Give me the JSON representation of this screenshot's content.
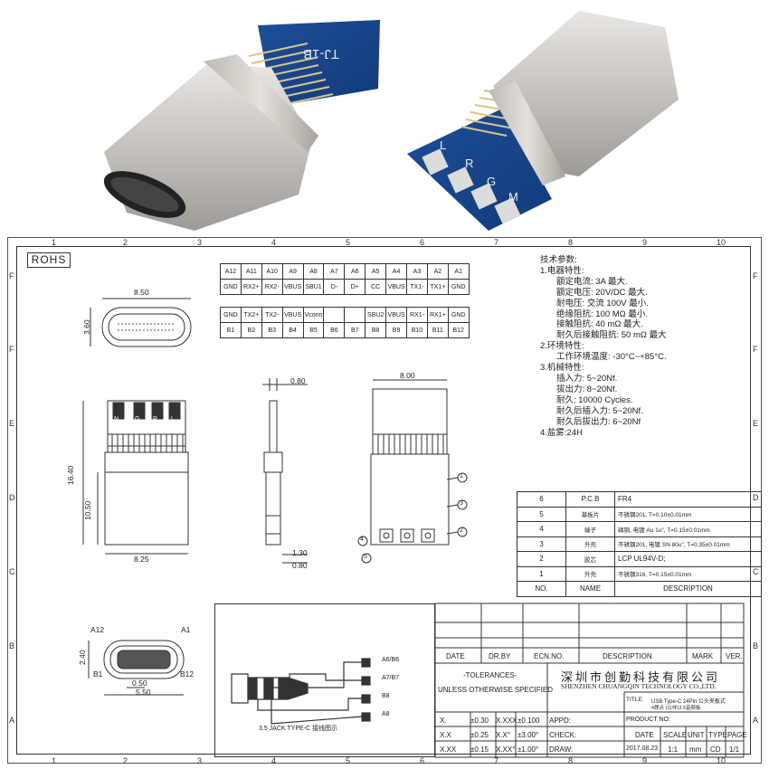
{
  "photo": {
    "left_pcb_text": "TJ-1B",
    "right_pcb_letters": [
      "L",
      "R",
      "G",
      "M"
    ]
  },
  "sheet": {
    "rohs": "ROHS",
    "zone_numbers": [
      "1",
      "2",
      "3",
      "4",
      "5",
      "6",
      "7",
      "8",
      "9",
      "10"
    ],
    "zone_letters": [
      "F",
      "E",
      "D",
      "C",
      "B",
      "A"
    ]
  },
  "pins": {
    "top_ids": [
      "A12",
      "A11",
      "A10",
      "A9",
      "A8",
      "A7",
      "A6",
      "A5",
      "A4",
      "A3",
      "A2",
      "A1"
    ],
    "top_sig": [
      "GND",
      "RX2+",
      "RX2-",
      "VBUS",
      "SBU1",
      "D-",
      "D+",
      "CC",
      "VBUS",
      "TX1-",
      "TX1+",
      "GND"
    ],
    "bot_sig": [
      "GND",
      "TX2+",
      "TX2-",
      "VBUS",
      "Vconn",
      "",
      "",
      "SBU2",
      "VBUS",
      "RX1-",
      "RX1+",
      "GND"
    ],
    "bot_ids": [
      "B1",
      "B2",
      "B3",
      "B4",
      "B5",
      "B6",
      "B7",
      "B8",
      "B9",
      "B10",
      "B11",
      "B12"
    ]
  },
  "params": {
    "lines": [
      "技术参数:",
      "1.电器特性:",
      "额定电流:  3A  最大.",
      "额定电压:  20V/DC  最大.",
      "耐电压: 交流 100V 最小.",
      "绝缘阻抗: 100 MΩ 最小.",
      "接触阻抗: 40 mΩ 最大.",
      "耐久后接触阻抗: 50 mΩ 最大",
      "2.环境特性:",
      "工作环境温度: -30°C~+85°C.",
      "3.机械特性:",
      "插入力: 5~20Nf.",
      "拔出力: 8~20Nf.",
      "耐久: 10000 Cycles.",
      "耐久后插入力: 5~20Nf.",
      "耐久后拔出力: 6~20Nf",
      "4.盐雾:24H"
    ]
  },
  "dims": {
    "width_top": "8.50",
    "height_top": "3.60",
    "thickness": "0.80",
    "side_width": "8.00",
    "total_len": "16.40",
    "shell_len": "10.50",
    "shell_width": "8.25",
    "pin_a": "1.30",
    "pin_b": "0.80",
    "front_h": "2.40",
    "pitch": "0.50",
    "span": "5.50",
    "front_a12": "A12",
    "front_a1": "A1",
    "front_b1": "B1",
    "front_b12": "B12",
    "front_view_pads": [
      "N",
      "G",
      "R",
      "L"
    ],
    "callouts": [
      "1",
      "2",
      "3",
      "4",
      "5"
    ]
  },
  "bom": {
    "rows": [
      [
        "6",
        "P.C.B",
        "FR4"
      ],
      [
        "5",
        "基板片",
        "不锈钢201, T=0.10±0.01mm"
      ],
      [
        "4",
        "端子",
        "磷铜, 电镀 Au 1u\", T=0.15±0.01mm"
      ],
      [
        "3",
        "外壳",
        "不锈钢201, 电镀 SN 80u\", T=0.35±0.01mm"
      ],
      [
        "2",
        "胶芯",
        "LCP UL94V-D;"
      ],
      [
        "1",
        "外壳",
        "不锈钢316, T=0.15±0.01mm"
      ]
    ],
    "header": [
      "NO.",
      "NAME",
      "DESCRIPTION"
    ]
  },
  "jack": {
    "labels": [
      "A6/B6",
      "A7/B7",
      "B8",
      "A8"
    ],
    "caption": "3.5 JACK TYPE-C 接线图示"
  },
  "title_block": {
    "rev_header": [
      "DATE",
      "DR.BY",
      "ECN.NO.",
      "DESCRIPTION",
      "MARK",
      "VER."
    ],
    "tolerances": "-TOLERANCES-",
    "unless": "UNLESS OTHERWISE SPECIFIED",
    "company_cn": "深圳市创勤科技有限公司",
    "company_en": "SHENZHEN CHUANGQIN TECHNOLOGY CO.,LTD.",
    "title_label": "TITLE:",
    "title_value": "USB Type-C 24Pin 公头夹板式",
    "title_value2": "4焊点 (公伴)3.5音频板",
    "product_no": "PRODUCT NO:",
    "tol_rows": [
      [
        "X.",
        "±0.30",
        "X.XXX",
        "±0.100",
        "APPD:"
      ],
      [
        "X.X",
        "±0.25",
        "X.X°",
        "±3.00°",
        "CHECK:"
      ],
      [
        "X.XX",
        "±0.15",
        "X.XX°",
        "±1.00°",
        "DRAW:"
      ]
    ],
    "meta_header": [
      "DATE",
      "SCALE",
      "UNIT",
      "TYPE",
      "PAGE"
    ],
    "meta_values": [
      "2017.08.23",
      "1:1",
      "mm",
      "CD",
      "1/1"
    ]
  }
}
